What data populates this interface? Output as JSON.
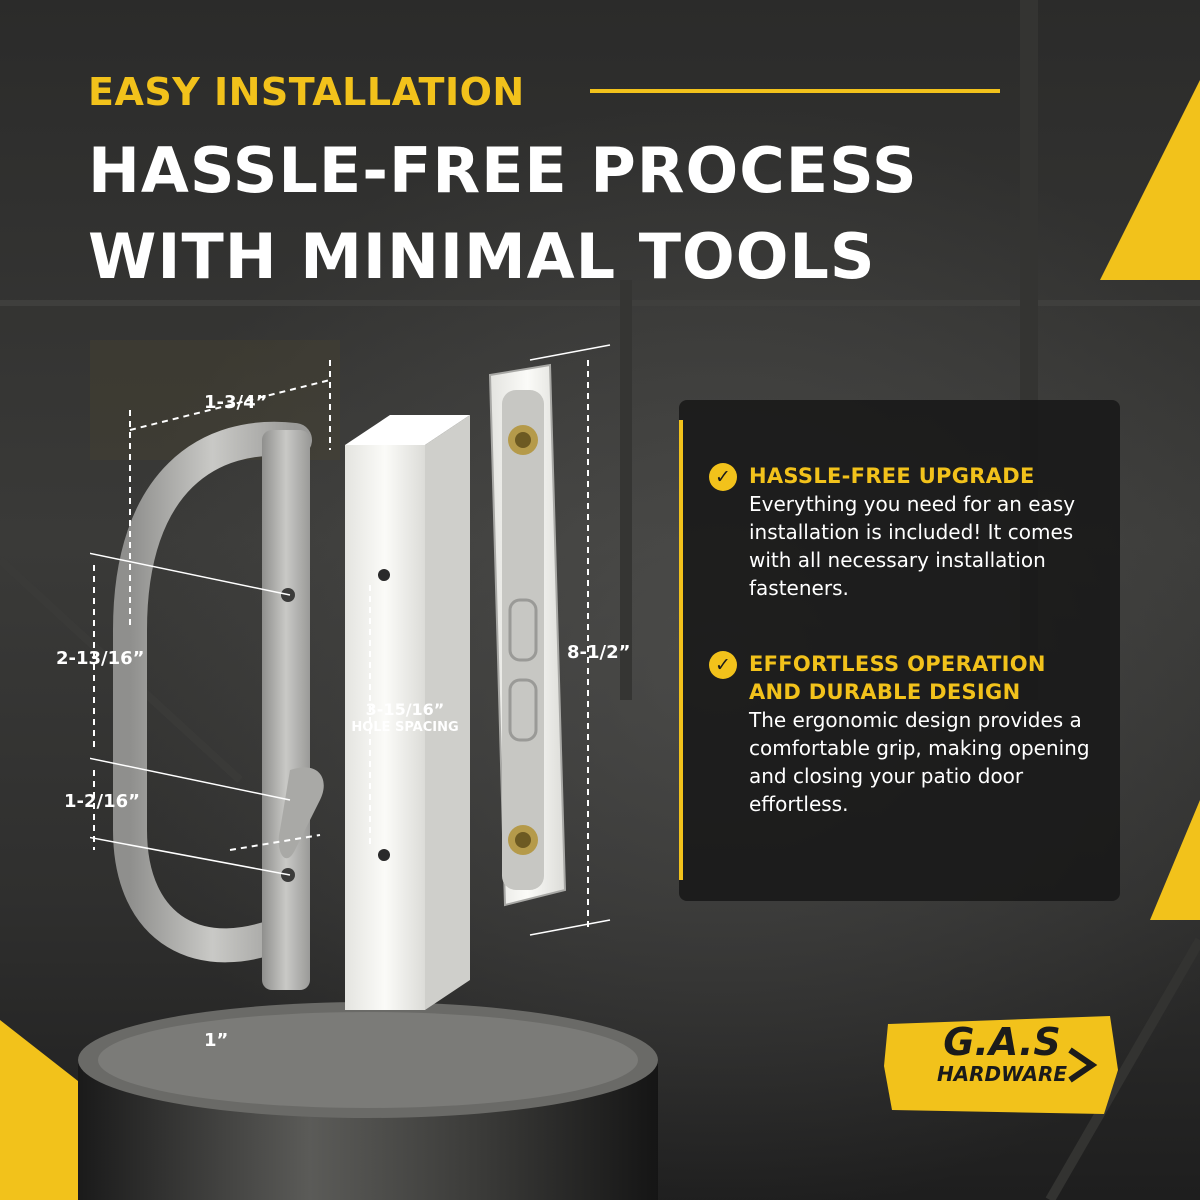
{
  "heading": {
    "eyebrow": "EASY INSTALLATION",
    "line1": "HASSLE-FREE PROCESS",
    "line2": "WITH MINIMAL TOOLS"
  },
  "features": [
    {
      "title_lines": [
        "HASSLE-FREE UPGRADE"
      ],
      "body": "Everything you need for an easy installation is included! It comes with all necessary installation fasteners."
    },
    {
      "title_lines": [
        "EFFORTLESS OPERATION",
        "AND DURABLE DESIGN"
      ],
      "body": "The ergonomic design provides a comfortable grip, making opening and closing your patio door effortless."
    }
  ],
  "dimensions": {
    "width": "1-3/4”",
    "height": "8-1/2”",
    "grip": "2-13/16”",
    "lever": "1-2/16”",
    "depth": "1”",
    "hole_spacing_value": "3-15/16”",
    "hole_spacing_label": "HOLE SPACING"
  },
  "logo": {
    "main": "G.A.S",
    "sub": "HARDWARE"
  },
  "colors": {
    "accent": "#f2c21b",
    "panel": "#181818",
    "handle": "#b9b9b7",
    "spacer": "#f3f3f0"
  }
}
